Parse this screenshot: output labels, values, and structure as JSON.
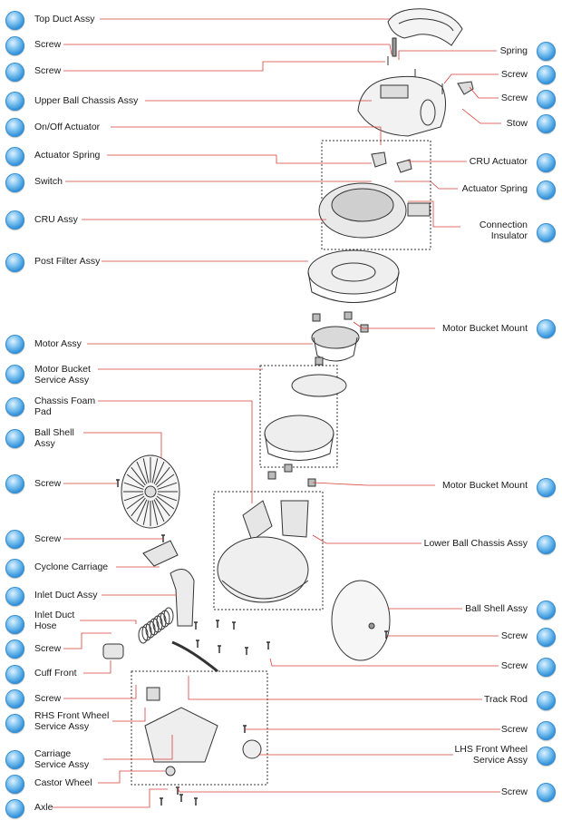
{
  "left_labels": [
    [
      "Top Duct Assy"
    ],
    [
      "Screw"
    ],
    [
      "Screw"
    ],
    [
      "Upper Ball Chassis Assy"
    ],
    [
      "On/Off Actuator"
    ],
    [
      "Actuator Spring"
    ],
    [
      "Switch"
    ],
    [
      "CRU Assy"
    ],
    [
      "Post Filter Assy"
    ],
    [
      "Motor Assy"
    ],
    [
      "Motor Bucket",
      "Service Assy"
    ],
    [
      "Chassis Foam",
      "Pad"
    ],
    [
      "Ball Shell",
      "Assy"
    ],
    [
      "Screw"
    ],
    [
      "Screw"
    ],
    [
      "Cyclone Carriage"
    ],
    [
      "Inlet Duct Assy"
    ],
    [
      "Inlet Duct",
      "Hose"
    ],
    [
      "Screw"
    ],
    [
      "Cuff Front"
    ],
    [
      "Screw"
    ],
    [
      "RHS Front Wheel",
      "Service Assy"
    ],
    [
      "Carriage",
      "Service Assy"
    ],
    [
      "Castor Wheel"
    ],
    [
      "Axle"
    ]
  ],
  "right_labels": [
    [
      "Spring"
    ],
    [
      "Screw"
    ],
    [
      "Screw"
    ],
    [
      "Stow"
    ],
    [
      "CRU Actuator"
    ],
    [
      "Actuator Spring"
    ],
    [
      "Connection",
      "Insulator"
    ],
    [
      "Motor Bucket Mount"
    ],
    [
      "Motor Bucket Mount"
    ],
    [
      "Lower Ball Chassis Assy"
    ],
    [
      "Ball Shell Assy"
    ],
    [
      "Screw"
    ],
    [
      "Screw"
    ],
    [
      "Track Rod"
    ],
    [
      "Screw"
    ],
    [
      "LHS Front Wheel",
      "Service Assy"
    ],
    [
      "Screw"
    ]
  ],
  "colors": {
    "leader": "#d9403a",
    "dot": "#2e8fd8",
    "part": "#333333"
  }
}
